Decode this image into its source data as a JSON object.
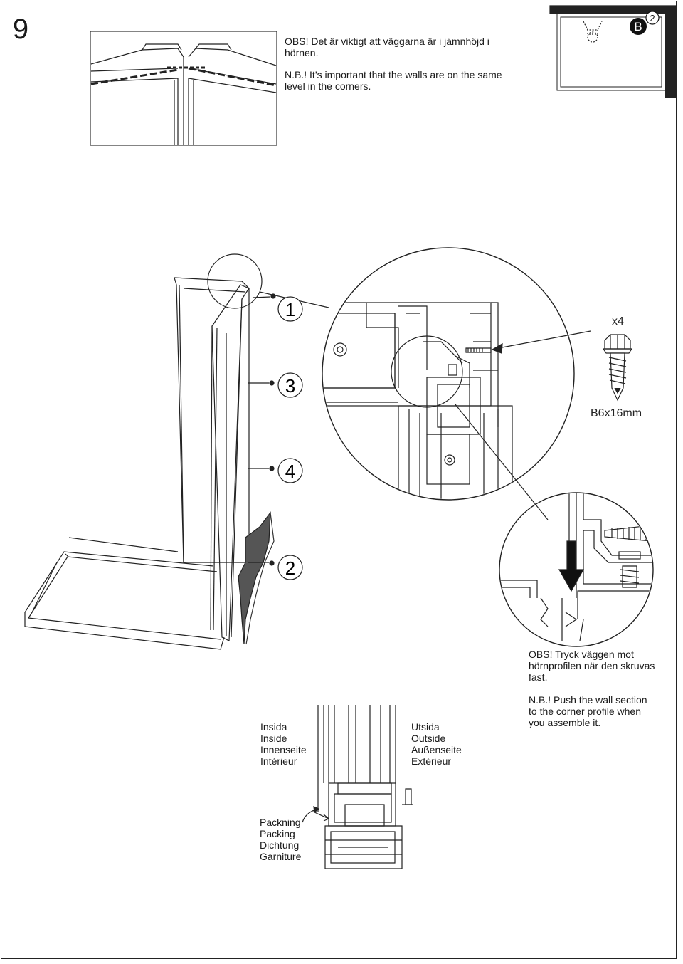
{
  "step_number": "9",
  "top_note": {
    "sv": "OBS! Det är viktigt att väggarna är i jämnhöjd i hörnen.",
    "en": "N.B.! It’s important that the walls are on the same level in the corners."
  },
  "location_badge": {
    "letter": "B",
    "number": "2"
  },
  "callouts": [
    "1",
    "3",
    "4",
    "2"
  ],
  "screw": {
    "qty": "x4",
    "size": "B6x16mm"
  },
  "push_note": {
    "sv": "OBS! Tryck väggen mot hörnprofilen när den skruvas fast.",
    "en": "N.B.! Push the wall section to the corner profile when you assemble it."
  },
  "inside_labels": [
    "Insida",
    "Inside",
    "Innenseite",
    "Intérieur"
  ],
  "outside_labels": [
    "Utsida",
    "Outside",
    "Außenseite",
    "Extérieur"
  ],
  "seal_labels": [
    "Packning",
    "Packing",
    "Dichtung",
    "Garniture"
  ]
}
